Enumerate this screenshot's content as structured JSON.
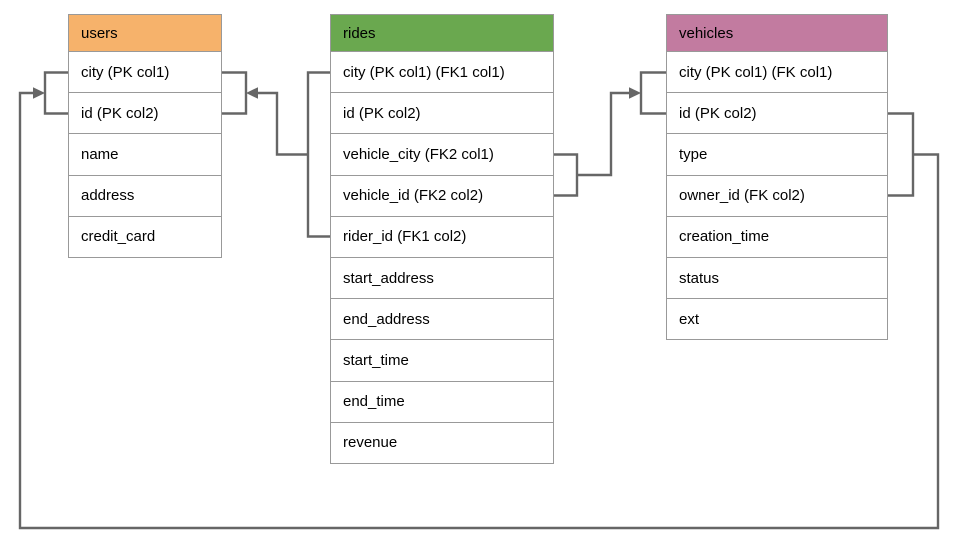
{
  "diagram": {
    "background": "#ffffff",
    "tables": [
      {
        "name": "users",
        "header_color": "#F6B26B",
        "columns": [
          "city (PK col1)",
          "id (PK col2)",
          "name",
          "address",
          "credit_card"
        ]
      },
      {
        "name": "rides",
        "header_color": "#6AA84F",
        "columns": [
          "city (PK col1) (FK1 col1)",
          "id (PK col2)",
          "vehicle_city (FK2 col1)",
          "vehicle_id (FK2 col2)",
          "rider_id (FK1 col2)",
          "start_address",
          "end_address",
          "start_time",
          "end_time",
          "revenue"
        ]
      },
      {
        "name": "vehicles",
        "header_color": "#C27BA0",
        "columns": [
          "city (PK col1) (FK col1)",
          "id (PK col2)",
          "type",
          "owner_id (FK col2)",
          "creation_time",
          "status",
          "ext"
        ]
      }
    ],
    "relationships": [
      {
        "id": "FK1",
        "from_table": "rides",
        "from_columns": "city, rider_id",
        "to_table": "users",
        "to_columns": "city, id"
      },
      {
        "id": "FK2",
        "from_table": "rides",
        "from_columns": "vehicle_city, vehicle_id",
        "to_table": "vehicles",
        "to_columns": "city, id"
      },
      {
        "id": "FK",
        "from_table": "vehicles",
        "from_columns": "city, owner_id",
        "to_table": "users",
        "to_columns": "city, id"
      }
    ],
    "colors": {
      "cell_border": "#999999",
      "connector": "#666666",
      "text": "#000000"
    }
  }
}
